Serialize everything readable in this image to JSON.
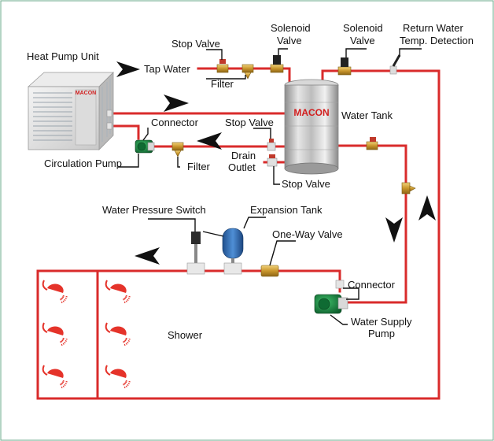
{
  "colors": {
    "pipe": "#d92b2b",
    "pointer": "#111111",
    "brand": "#d21e1e",
    "frame": "#6aa88a",
    "shower_head": "#e5332a",
    "valve_handle": "#c0392b"
  },
  "labels": {
    "heat_pump_unit": "Heat Pump Unit",
    "tap_water": "Tap Water",
    "stop_valve_top": "Stop Valve",
    "solenoid_valve_1_line1": "Solenoid",
    "solenoid_valve_1_line2": "Valve",
    "solenoid_valve_2_line1": "Solenoid",
    "solenoid_valve_2_line2": "Valve",
    "return_water_line1": "Return Water",
    "return_water_line2": "Temp.  Detection",
    "filter_top": "Filter",
    "water_tank": "Water Tank",
    "connector_top": "Connector",
    "stop_valve_mid": "Stop Valve",
    "drain_outlet_line1": "Drain",
    "drain_outlet_line2": "Outlet",
    "circulation_pump": "Circulation Pump",
    "filter_bottom": "Filter",
    "stop_valve_drain": "Stop Valve",
    "water_pressure_switch": "Water Pressure Switch",
    "expansion_tank": "Expansion Tank",
    "one_way_valve": "One-Way Valve",
    "connector_bottom": "Connector",
    "water_supply_pump_line1": "Water Supply",
    "water_supply_pump_line2": "Pump",
    "shower": "Shower"
  },
  "brand": {
    "unit_logo": "MACON",
    "tank_logo": "MACON"
  }
}
